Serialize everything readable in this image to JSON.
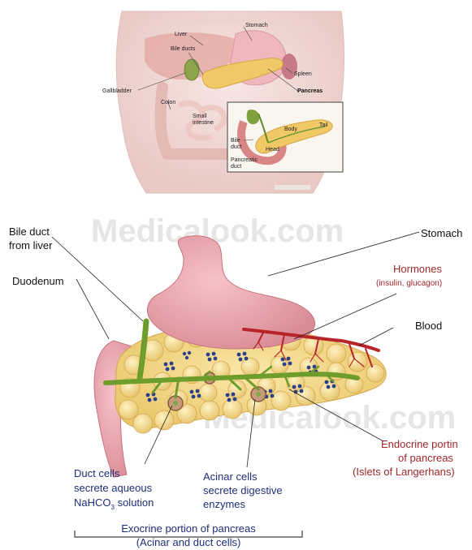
{
  "top_figure": {
    "labels": {
      "liver": "Liver",
      "stomach": "Stomach",
      "bile_ducts": "Bile ducts",
      "spleen": "Spleen",
      "gallbladder": "Gallbladder",
      "pancreas": "Pancreas",
      "colon": "Colon",
      "small_intestine_1": "Small",
      "small_intestine_2": "intestine",
      "body": "Body",
      "tail": "Tail",
      "bile_duct_1": "Bile",
      "bile_duct_2": "duct",
      "head": "Head",
      "pancreatic_duct_1": "Pancreatic",
      "pancreatic_duct_2": "duct"
    }
  },
  "bottom_figure": {
    "watermark": "Medicalook.com",
    "labels": {
      "bile_duct_line1": "Bile duct",
      "bile_duct_line2": "from liver",
      "duodenum": "Duodenum",
      "stomach": "Stomach",
      "hormones": "Hormones",
      "hormones_sub": "(insulin, glucagon)",
      "blood": "Blood",
      "endocrine_line1": "Endocrine portin",
      "endocrine_line2": "of pancreas",
      "endocrine_line3": "(Islets of Langerhans)",
      "duct_cells_line1": "Duct cells",
      "duct_cells_line2": "secrete aqueous",
      "duct_cells_line3_a": "NaHCO",
      "duct_cells_line3_sub": "3",
      "duct_cells_line3_b": " solution",
      "acinar_line1": "Acinar cells",
      "acinar_line2": "secrete digestive",
      "acinar_line3": "enzymes",
      "exocrine_line1": "Exocrine portion of pancreas",
      "exocrine_line2": "(Acinar and duct cells)"
    }
  }
}
